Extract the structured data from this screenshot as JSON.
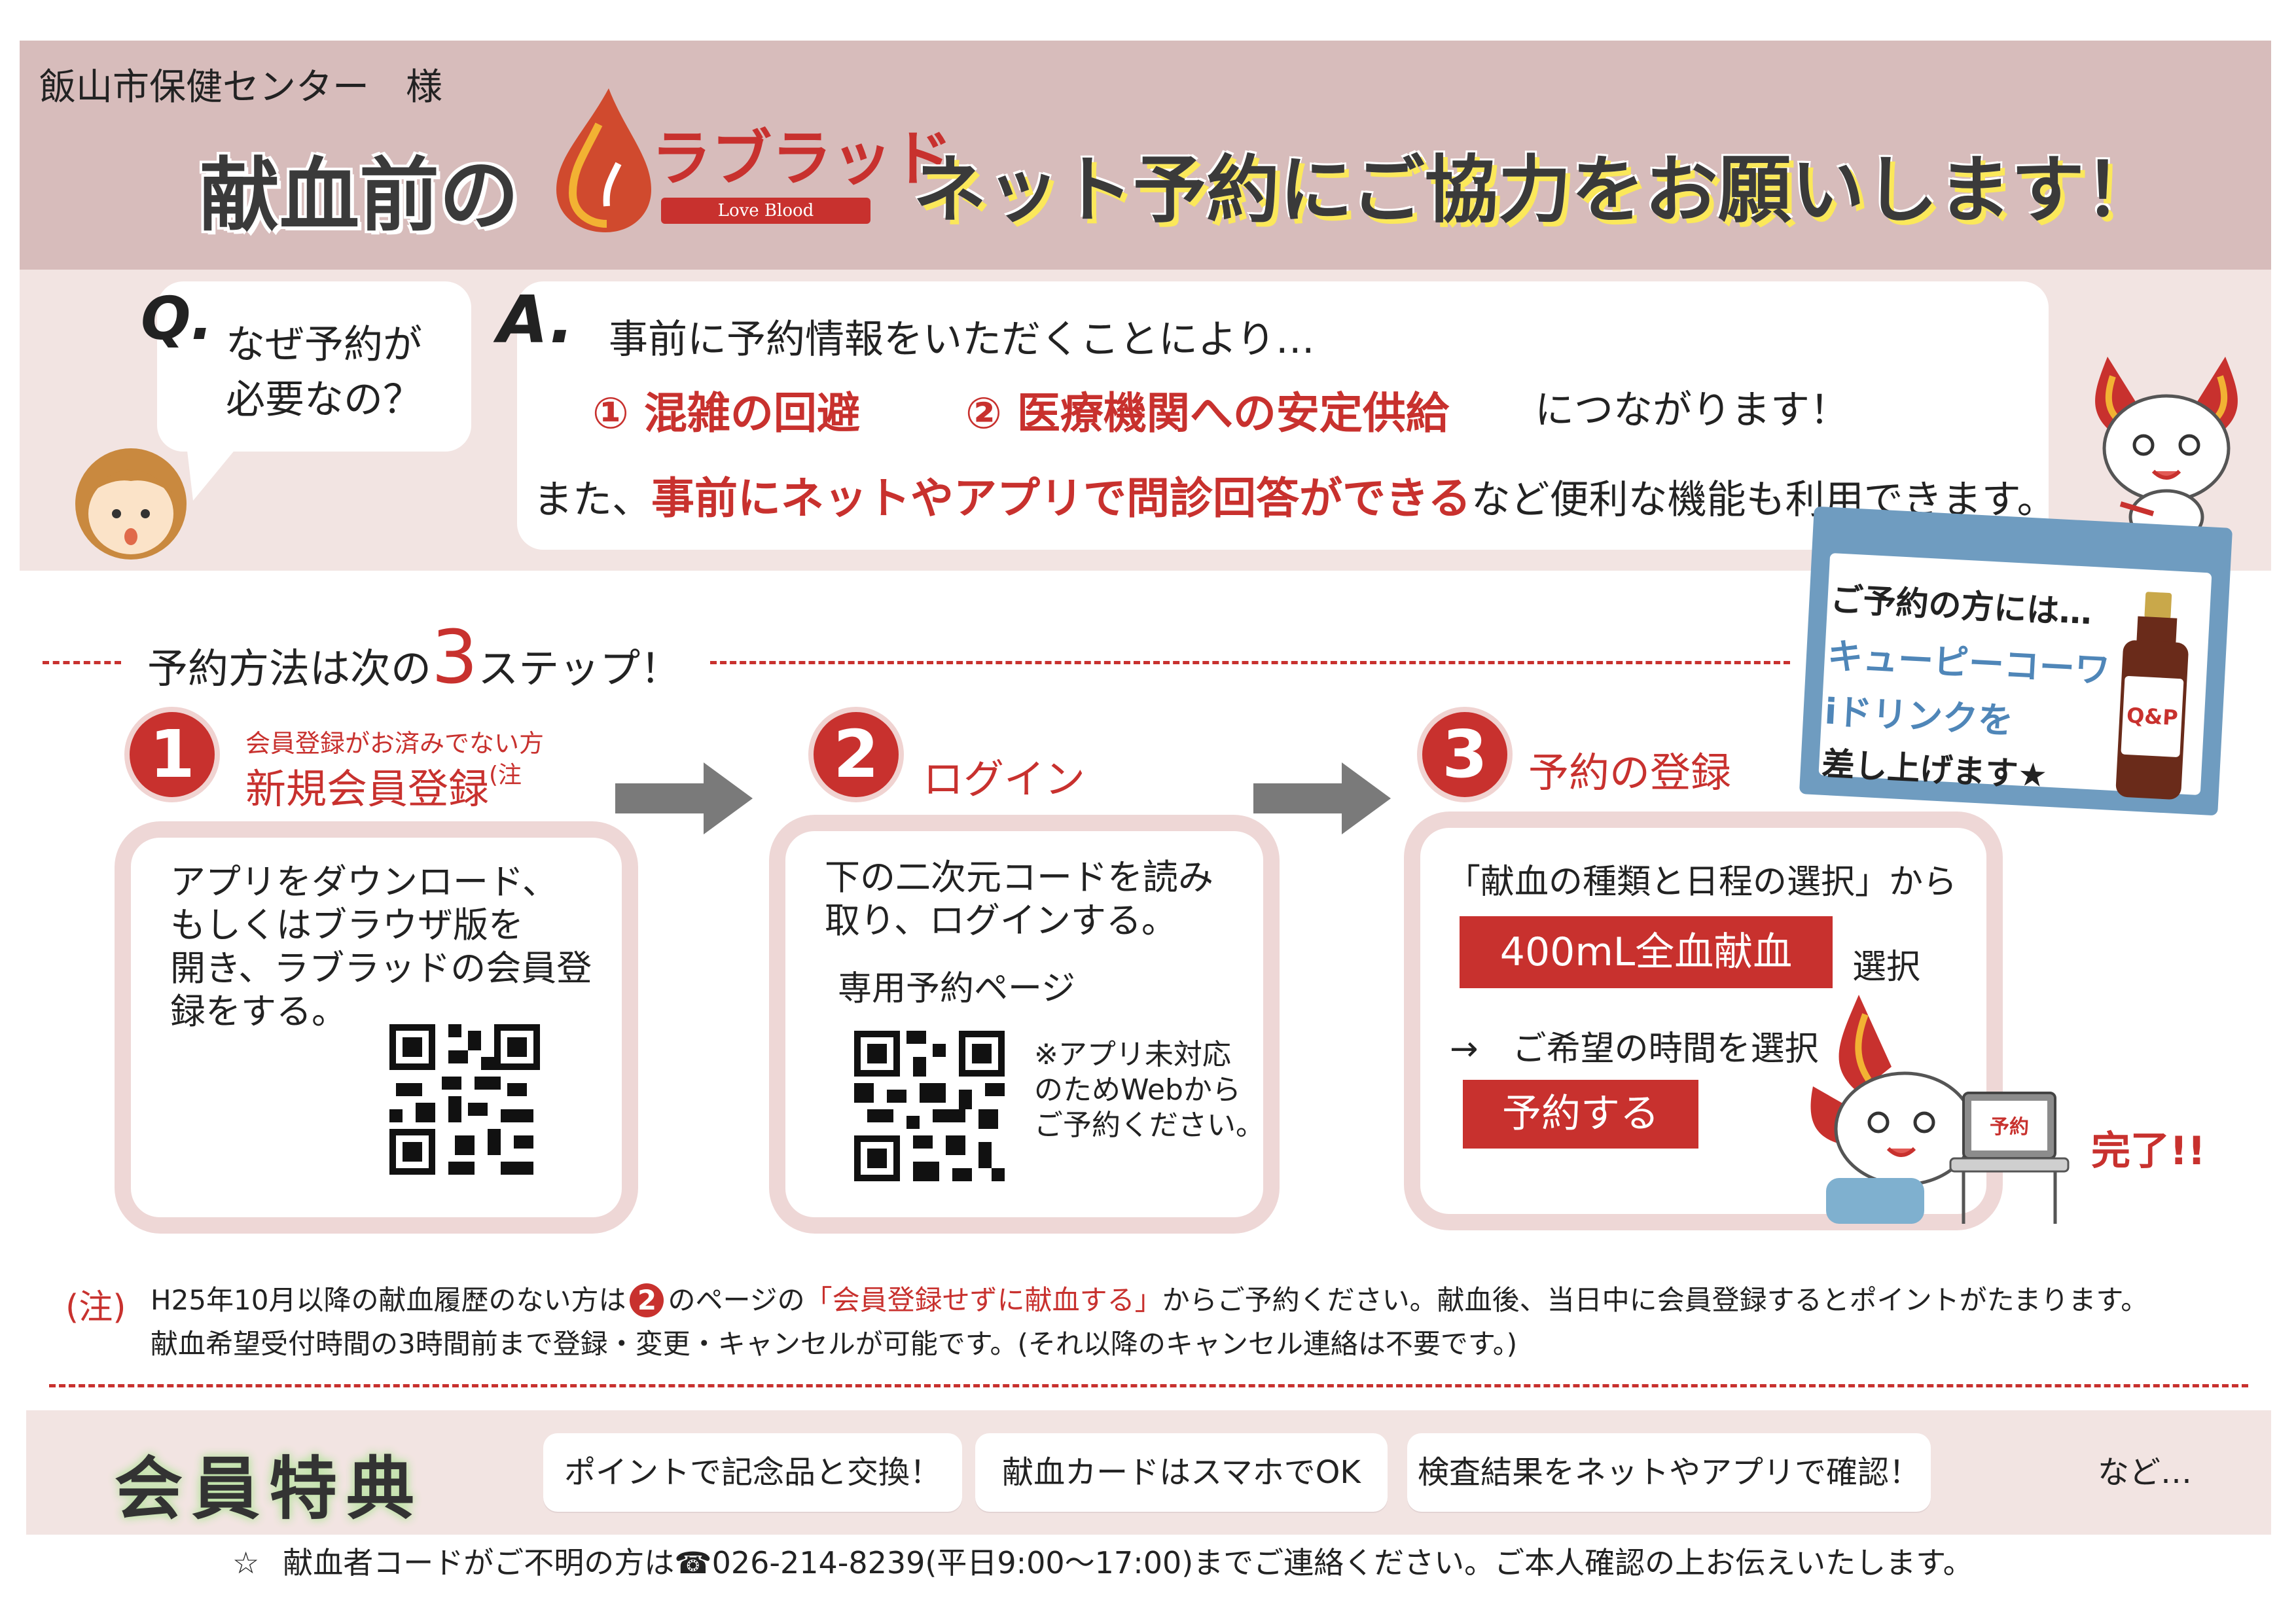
{
  "header": {
    "addressee": "飯山市保健センター　様",
    "title_left": "献血前の",
    "logo_main": "ラブラッド",
    "logo_sub": "Love Blood",
    "title_right": "ネット予約にご協力をお願いします！"
  },
  "qa": {
    "q_mark": "Q.",
    "question_line1": "なぜ予約が",
    "question_line2": "必要なの？",
    "a_mark": "A.",
    "answer_intro": "事前に予約情報をいただくことにより…",
    "point1": "① 混雑の回避",
    "point2": "② 医療機関への安定供給",
    "point_suffix": "につながります！",
    "line3_prefix": "また、",
    "line3_highlight": "事前にネットやアプリで問診回答ができる",
    "line3_suffix": "など便利な機能も利用できます。"
  },
  "promo": {
    "line1": "ご予約の方には…",
    "line2": "キューピーコーワ",
    "line3": "iドリンクを",
    "line4": "差し上げます★",
    "product_label": "Q&P"
  },
  "steps_heading": {
    "prefix": "予約方法は次の",
    "number": "3",
    "suffix": "ステップ！"
  },
  "steps": [
    {
      "num": "1",
      "caption_small": "会員登録がお済みでない方",
      "title": "新規会員登録",
      "title_note": "(注",
      "body": [
        "アプリをダウンロード、",
        "もしくはブラウザ版を",
        "開き、ラブラッドの会員登",
        "録をする。"
      ]
    },
    {
      "num": "2",
      "title": "ログイン",
      "body": [
        "下の二次元コードを読み",
        "取り、ログインする。"
      ],
      "sub_label": "専用予約ページ",
      "note": [
        "※アプリ未対応",
        "のためWebから",
        "ご予約ください。"
      ]
    },
    {
      "num": "3",
      "title": "予約の登録",
      "body": "「献血の種類と日程の選択」から",
      "select_value": "400mL全血献血",
      "select_suffix": "選択",
      "arrow_line": "→　ご希望の時間を選択",
      "reserve_button": "予約する",
      "laptop_label": "予約",
      "done": "完了!!"
    }
  ],
  "note": {
    "mark": "(注)",
    "line1_a": "H25年10月以降の献血履歴のない方は",
    "line1_num": "2",
    "line1_b": "のページの",
    "line1_quote": "「会員登録せずに献血する」",
    "line1_c": "からご予約ください。献血後、当日中に会員登録するとポイントがたまります。",
    "line2": "献血希望受付時間の3時間前まで登録・変更・キャンセルが可能です。(それ以降のキャンセル連絡は不要です。)"
  },
  "benefits": {
    "title": "会員特典",
    "items": [
      "ポイントで記念品と交換！",
      "献血カードはスマホでOK",
      "検査結果をネットやアプリで確認！"
    ],
    "etc": "など…"
  },
  "footer": {
    "star": "☆",
    "prefix": "献血者コードがご不明の方は",
    "phone_icon": "☎",
    "rest": "026-214-8239(平日9:00～17:00)までご連絡ください。ご本人確認の上お伝えいたします。"
  },
  "colors": {
    "accent": "#c8312e",
    "band": "#d7bcbb",
    "pink": "#eed7d6",
    "promo_blue": "#6f9cc0"
  }
}
